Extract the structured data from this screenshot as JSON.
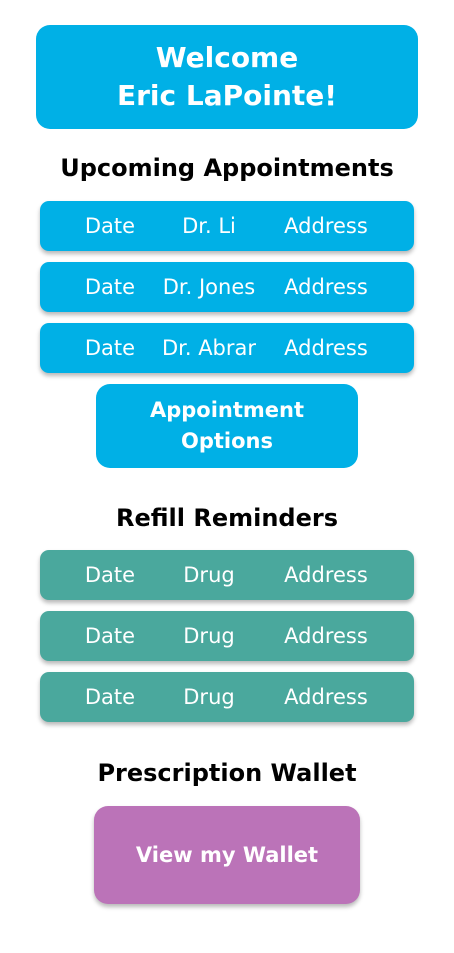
{
  "welcome": {
    "line1": "Welcome",
    "line2": "Eric LaPointe!"
  },
  "appointments": {
    "heading": "Upcoming Appointments",
    "rows": [
      {
        "date": "Date",
        "doctor": "Dr. Li",
        "address": "Address"
      },
      {
        "date": "Date",
        "doctor": "Dr. Jones",
        "address": "Address"
      },
      {
        "date": "Date",
        "doctor": "Dr. Abrar",
        "address": "Address"
      }
    ],
    "options_button": {
      "line1": "Appointment",
      "line2": "Options"
    }
  },
  "refills": {
    "heading": "Refill Reminders",
    "rows": [
      {
        "date": "Date",
        "drug": "Drug",
        "address": "Address"
      },
      {
        "date": "Date",
        "drug": "Drug",
        "address": "Address"
      },
      {
        "date": "Date",
        "drug": "Drug",
        "address": "Address"
      }
    ]
  },
  "wallet": {
    "heading": "Prescription Wallet",
    "button_label": "View my Wallet"
  },
  "colors": {
    "appointment_blue": "#00b0e6",
    "refill_teal": "#4aa89d",
    "wallet_purple": "#bb73b8"
  }
}
